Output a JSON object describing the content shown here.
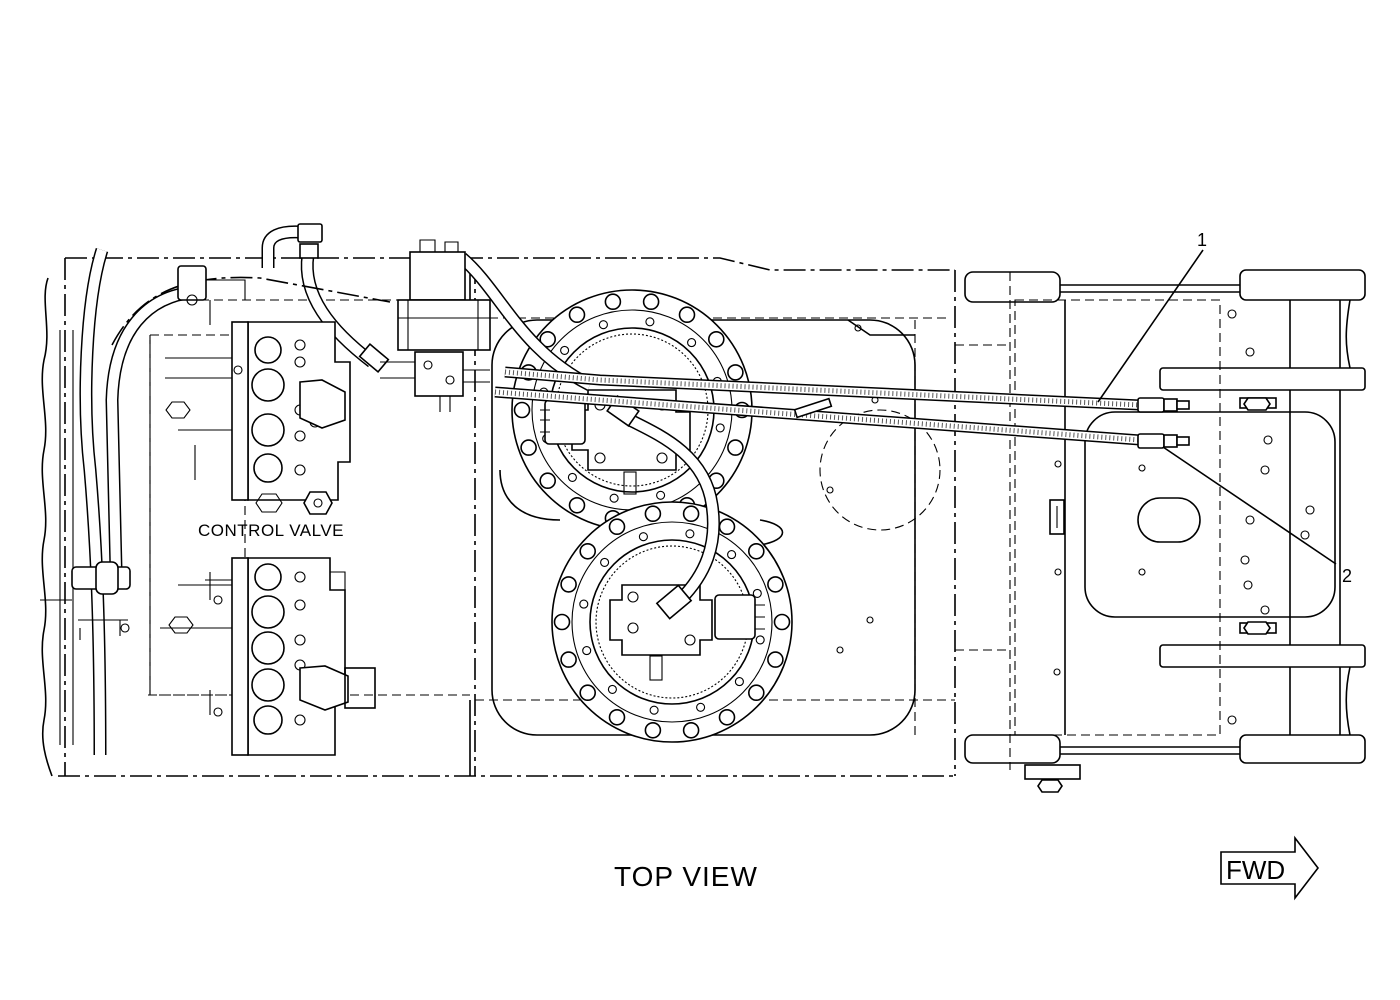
{
  "callouts": {
    "one": "1",
    "two": "2"
  },
  "labels": {
    "control_valve": "CONTROL VALVE",
    "view_title": "TOP VIEW",
    "forward": "FWD"
  },
  "colors": {
    "line": "#000000",
    "background": "#ffffff"
  }
}
